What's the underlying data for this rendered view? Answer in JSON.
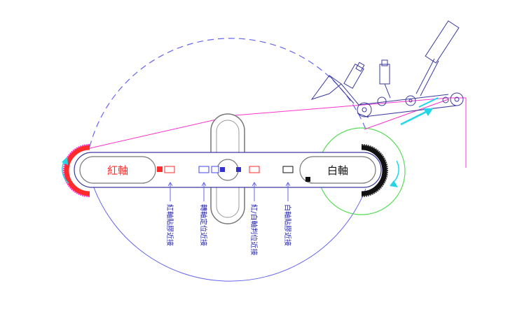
{
  "labels": {
    "red_shaft": "紅軸",
    "white_shaft": "白軸",
    "sensors": [
      {
        "text": "紅軸貼膠近接",
        "color": "#2222aa"
      },
      {
        "text": "轉軸定位近接",
        "color": "#2222aa"
      },
      {
        "text": "紅/白軸判位近接",
        "color": "#2222aa"
      },
      {
        "text": "白軸貼膠近接",
        "color": "#2222aa"
      }
    ]
  },
  "colors": {
    "red": "#ff2a2a",
    "magenta": "#ff33cc",
    "blue": "#4444ee",
    "dark_blue": "#3a3aa0",
    "cyan": "#22d6e6",
    "green": "#55dd55",
    "gray": "#777777",
    "black": "#111111"
  }
}
